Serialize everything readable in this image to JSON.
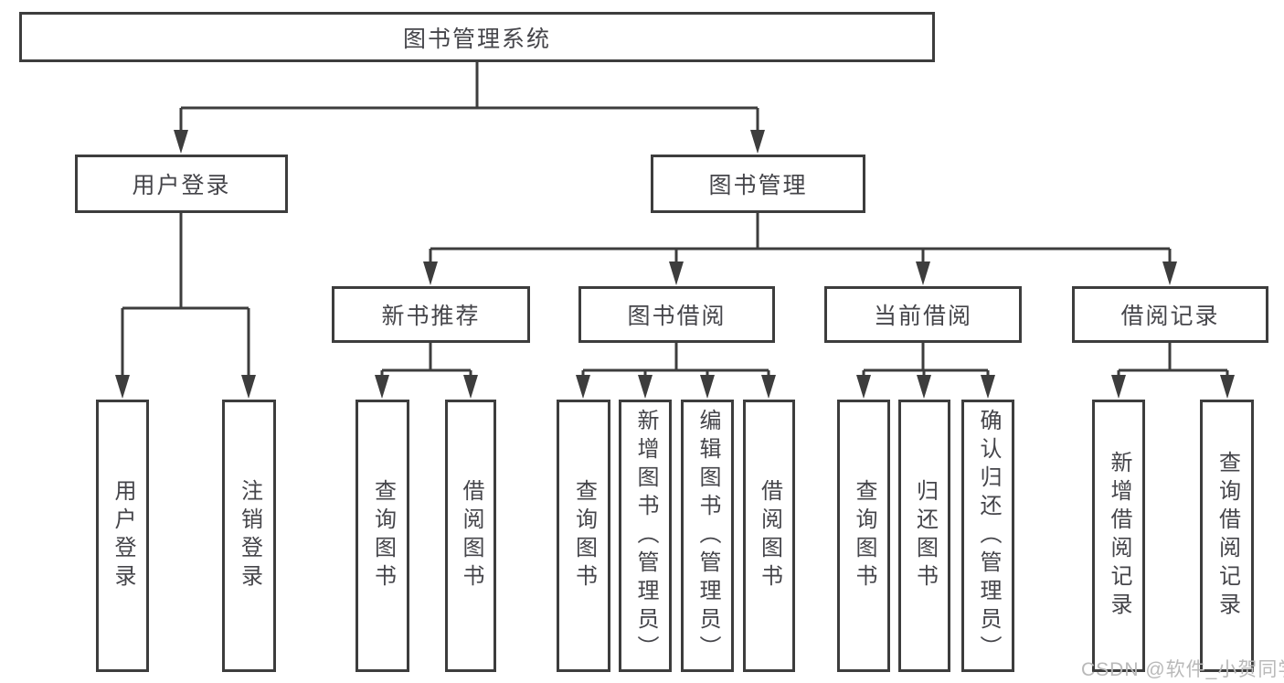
{
  "colors": {
    "line": "#3d3d3d",
    "text": "#45454a",
    "watermark": "#b9b9b9",
    "background": "#ffffff"
  },
  "watermark": {
    "text": "CSDN @软件_小贺同学"
  },
  "tree": {
    "label": "图书管理系统",
    "children": [
      {
        "label": "用户登录",
        "children": [
          {
            "label": "用户登录"
          },
          {
            "label": "注销登录"
          }
        ]
      },
      {
        "label": "图书管理",
        "children": [
          {
            "label": "新书推荐",
            "children": [
              {
                "label": "查询图书"
              },
              {
                "label": "借阅图书"
              }
            ]
          },
          {
            "label": "图书借阅",
            "children": [
              {
                "label": "查询图书"
              },
              {
                "label": "新增图书（管理员）"
              },
              {
                "label": "编辑图书（管理员）"
              },
              {
                "label": "借阅图书"
              }
            ]
          },
          {
            "label": "当前借阅",
            "children": [
              {
                "label": "查询图书"
              },
              {
                "label": "归还图书"
              },
              {
                "label": "确认归还（管理员）"
              }
            ]
          },
          {
            "label": "借阅记录",
            "children": [
              {
                "label": "新增借阅记录"
              },
              {
                "label": "查询借阅记录"
              }
            ]
          }
        ]
      }
    ]
  }
}
